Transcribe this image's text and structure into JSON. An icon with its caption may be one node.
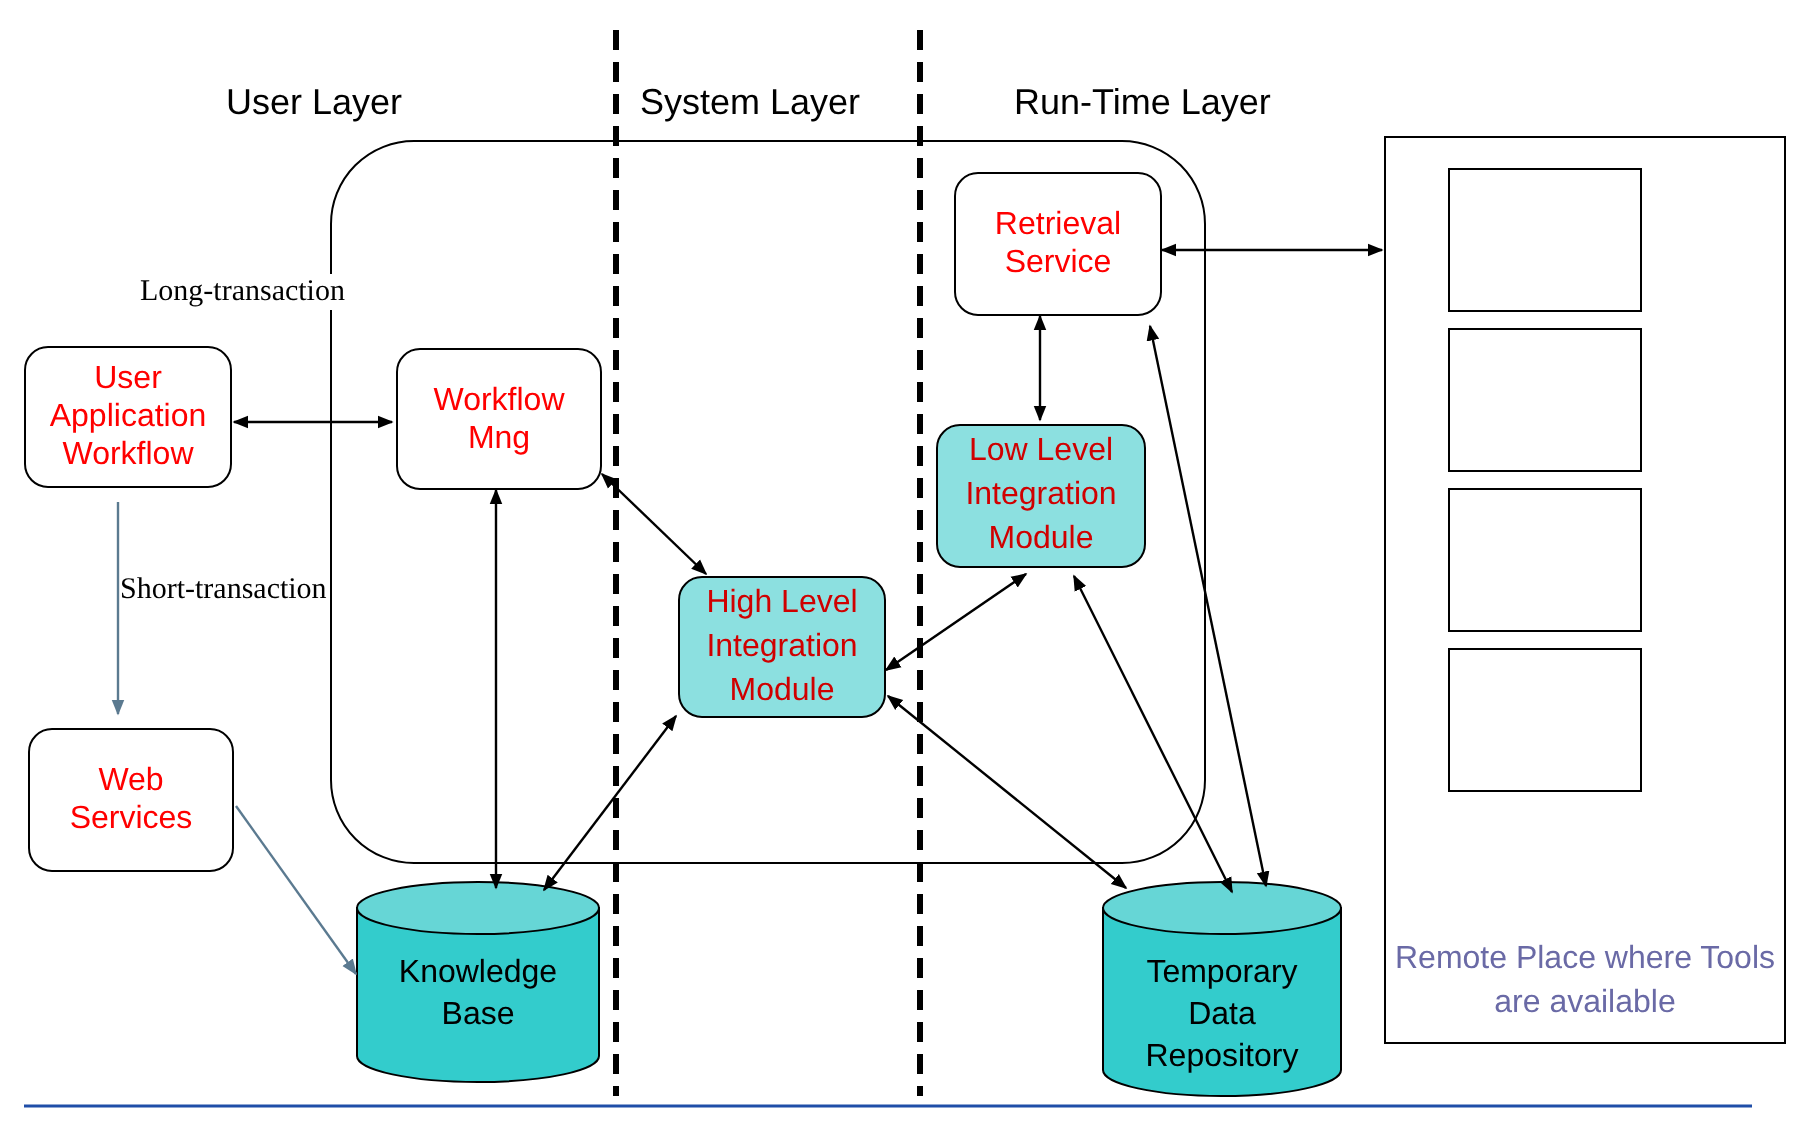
{
  "diagram": {
    "nodes": [
      {
        "text": [],
        "shape": "box"
      },
      {
        "text": [
          "User Application Workflow"
        ]
      },
      {
        "text": [
          "Workflow Mng"
        ],
        "in": 0
      },
      {
        "text": [
          "Retrieval Service"
        ],
        "in": 0
      },
      {
        "text": [
          "Low Level Integration Module"
        ],
        "in": 0
      },
      {
        "text": [
          "High Level Integration Module"
        ],
        "in": 0
      },
      {
        "text": [
          "Web Services"
        ]
      },
      {
        "text": [
          "Knowledge Base"
        ]
      },
      {
        "text": [
          "Temporary Data Repository"
        ]
      },
      {
        "text": [
          "Remote Place where Tools are available"
        ]
      },
      {
        "text": [],
        "shape": "box",
        "in": 9
      },
      {
        "text": [],
        "shape": "box",
        "in": 9
      },
      {
        "text": [],
        "shape": "box",
        "in": 9
      },
      {
        "text": [],
        "shape": "box",
        "in": 9
      }
    ],
    "edges": [
      {
        "from": 1,
        "to": 2,
        "arrow": "both",
        "label": "Long-transaction"
      },
      {
        "from": 1,
        "to": 6,
        "arrow": "to",
        "label": "Short-transaction",
        "color": "#5b7a90"
      },
      {
        "from": 6,
        "to": 7,
        "arrow": "to",
        "color": "#5b7a90"
      },
      {
        "from": 2,
        "to": 7,
        "arrow": "both"
      },
      {
        "from": 2,
        "to": 5,
        "arrow": "both"
      },
      {
        "from": 5,
        "to": 7,
        "arrow": "both"
      },
      {
        "from": 5,
        "to": 4,
        "arrow": "both"
      },
      {
        "from": 5,
        "to": 8,
        "arrow": "both"
      },
      {
        "from": 4,
        "to": 8,
        "arrow": "both"
      },
      {
        "from": 3,
        "to": 4,
        "arrow": "both"
      },
      {
        "from": 3,
        "to": 8,
        "arrow": "both"
      },
      {
        "from": 3,
        "to": 9,
        "arrow": "both"
      }
    ],
    "labels": [
      "User Layer",
      "System Layer",
      "Run-Time Layer"
    ]
  }
}
